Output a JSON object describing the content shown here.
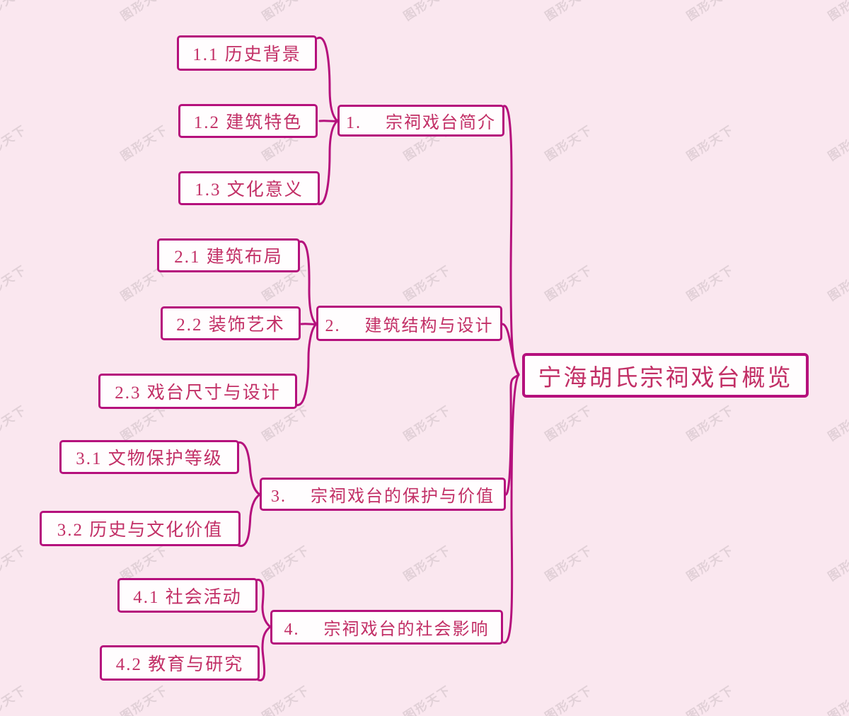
{
  "root": {
    "label": "宁海胡氏宗祠戏台概览"
  },
  "branches": [
    {
      "label": "1.　 宗祠戏台简介",
      "children": [
        {
          "label": "1.1 历史背景"
        },
        {
          "label": "1.2 建筑特色"
        },
        {
          "label": "1.3 文化意义"
        }
      ]
    },
    {
      "label": "2.　 建筑结构与设计",
      "children": [
        {
          "label": "2.1 建筑布局"
        },
        {
          "label": "2.2 装饰艺术"
        },
        {
          "label": "2.3 戏台尺寸与设计"
        }
      ]
    },
    {
      "label": "3.　 宗祠戏台的保护与价值",
      "children": [
        {
          "label": "3.1 文物保护等级"
        },
        {
          "label": "3.2 历史与文化价值"
        }
      ]
    },
    {
      "label": "4.　 宗祠戏台的社会影响",
      "children": [
        {
          "label": "4.1 社会活动"
        },
        {
          "label": "4.2 教育与研究"
        }
      ]
    }
  ],
  "watermark": {
    "text": "图形天下"
  },
  "colors": {
    "background": "#fae7ef",
    "node_fill": "#fffdfe",
    "node_border": "#b5107c",
    "node_text": "#c22f66",
    "connector": "#b5107c",
    "watermark": "#ded3d8"
  }
}
